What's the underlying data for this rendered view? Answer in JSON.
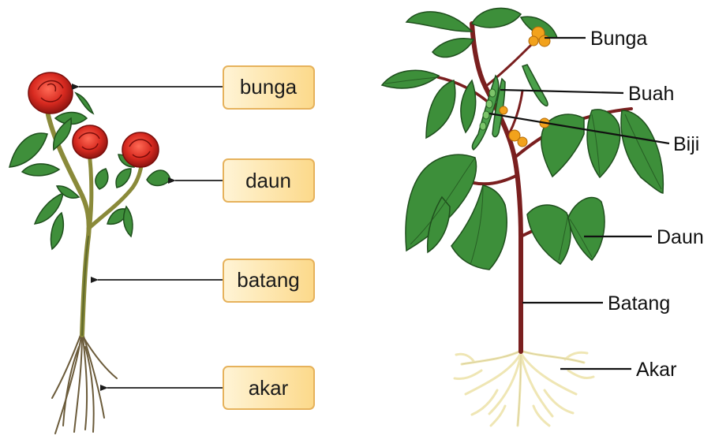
{
  "left_diagram": {
    "labels": {
      "flower": "bunga",
      "leaf": "daun",
      "stem": "batang",
      "root": "akar"
    }
  },
  "right_diagram": {
    "labels": {
      "flower": "Bunga",
      "fruit": "Buah",
      "seed": "Biji",
      "leaf": "Daun",
      "stem": "Batang",
      "root": "Akar"
    }
  },
  "colors": {
    "label_box_fill": "#fde7b4",
    "label_box_stroke": "#e8b45a",
    "leaf_green": "#3d8f3a",
    "leaf_dark": "#22541f",
    "rose_red": "#d22a22",
    "bean_stem": "#7a1f1f",
    "root_pale": "#f2edc4",
    "bean_flower": "#f2a21c"
  }
}
